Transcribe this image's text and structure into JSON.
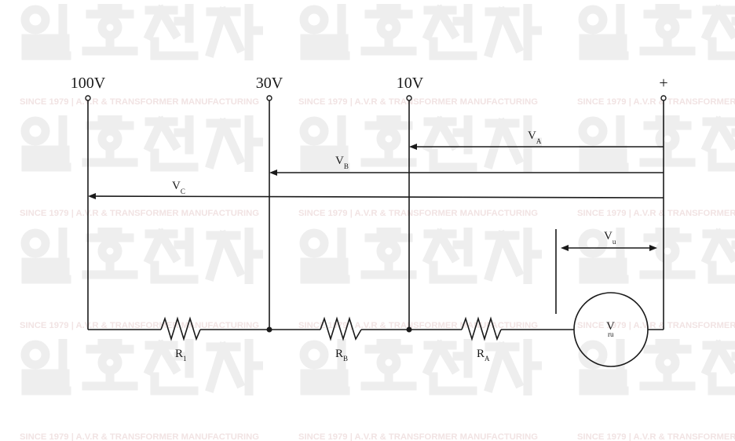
{
  "watermark": {
    "text": "일호전자",
    "tagline": "SINCE 1979 | A.V.R & TRANSFORMER MANUFACTURING"
  },
  "terminals": {
    "t100": "100V",
    "t30": "30V",
    "t10": "10V",
    "tplus": "+"
  },
  "voltages": {
    "va": {
      "symbol": "V",
      "sub": "A"
    },
    "vb": {
      "symbol": "V",
      "sub": "B"
    },
    "vc": {
      "symbol": "V",
      "sub": "C"
    },
    "vu": {
      "symbol": "V",
      "sub": "u"
    }
  },
  "resistors": {
    "r1": {
      "symbol": "R",
      "sub": "1"
    },
    "rb": {
      "symbol": "R",
      "sub": "B"
    },
    "ra": {
      "symbol": "R",
      "sub": "A"
    }
  },
  "meter": {
    "symbol": "V",
    "sub": "ru"
  }
}
